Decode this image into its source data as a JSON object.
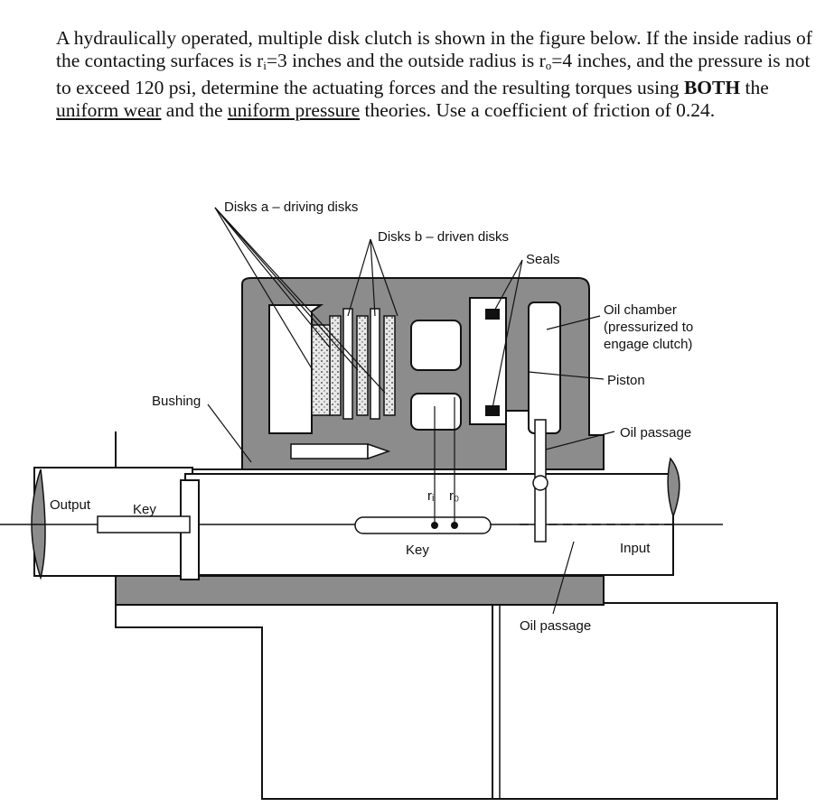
{
  "problem": {
    "intro": "A hydraulically operated, multiple disk clutch is shown in the figure below. If the inside radius of the contacting surfaces is r",
    "ri_sub": "i",
    "ri_value": "=3 inches and the outside radius is r",
    "ro_sub": "o",
    "ro_value": "=4 inches, and the pressure is not to exceed 120 psi, determine the actuating forces and the resulting torques using ",
    "both": "BOTH",
    "the1": " the ",
    "uniform_wear": "uniform wear",
    "and_the": " and the ",
    "uniform_pressure": "uniform pressure",
    "ending": " theories. Use a coefficient of friction of 0.24."
  },
  "figure": {
    "labels": {
      "disks_a": "Disks a – driving disks",
      "disks_b": "Disks b – driven disks",
      "seals": "Seals",
      "oil_chamber_1": "Oil chamber",
      "oil_chamber_2": "(pressurized to",
      "oil_chamber_3": "engage clutch)",
      "piston": "Piston",
      "bushing": "Bushing",
      "oil_passage_right": "Oil passage",
      "output": "Output",
      "key_left": "Key",
      "ri": "rᵢ",
      "ro": "r₀",
      "key_center": "Key",
      "input": "Input",
      "oil_passage_bottom": "Oil passage"
    }
  }
}
